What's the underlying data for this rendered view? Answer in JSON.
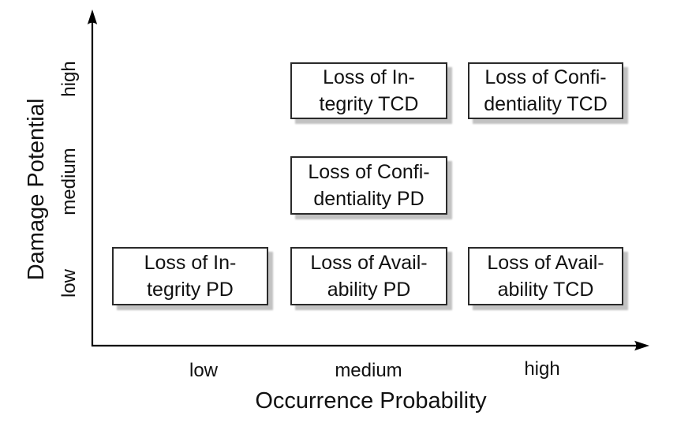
{
  "figure": {
    "background": "#ffffff",
    "axis_color": "#000000",
    "text_color": "#111111",
    "box_fill": "#ffffff",
    "box_border": "#2a2a2a",
    "box_shadow": "#c2c2c2"
  },
  "x_axis": {
    "label": "Occurrence Probability",
    "ticks": [
      "low",
      "medium",
      "high"
    ]
  },
  "y_axis": {
    "label": "Damage Potential",
    "ticks_top_to_bottom": [
      "high",
      "medium",
      "low"
    ]
  },
  "boxes": [
    {
      "name": "loss-of-integrity-tcd",
      "line1": "Loss of In-",
      "line2": "tegrity TCD",
      "x": "medium",
      "y": "high"
    },
    {
      "name": "loss-of-confidentiality-tcd",
      "line1": "Loss of Confi-",
      "line2": "dentiality TCD",
      "x": "high",
      "y": "high"
    },
    {
      "name": "loss-of-confidentiality-pd",
      "line1": "Loss of Confi-",
      "line2": "dentiality PD",
      "x": "medium",
      "y": "medium"
    },
    {
      "name": "loss-of-integrity-pd",
      "line1": "Loss of In-",
      "line2": "tegrity PD",
      "x": "low",
      "y": "low"
    },
    {
      "name": "loss-of-availability-pd",
      "line1": "Loss of Avail-",
      "line2": "ability PD",
      "x": "medium",
      "y": "low"
    },
    {
      "name": "loss-of-availability-tcd",
      "line1": "Loss of Avail-",
      "line2": "ability TCD",
      "x": "high",
      "y": "low"
    }
  ],
  "chart_data": {
    "type": "scatter",
    "title": "",
    "xlabel": "Occurrence Probability",
    "ylabel": "Damage Potential",
    "x_categories": [
      "low",
      "medium",
      "high"
    ],
    "y_categories": [
      "low",
      "medium",
      "high"
    ],
    "grid": false,
    "legend": false,
    "points": [
      {
        "x": "medium",
        "y": "high",
        "label": "Loss of Integrity TCD"
      },
      {
        "x": "high",
        "y": "high",
        "label": "Loss of Confidentiality TCD"
      },
      {
        "x": "medium",
        "y": "medium",
        "label": "Loss of Confidentiality PD"
      },
      {
        "x": "low",
        "y": "low",
        "label": "Loss of Integrity PD"
      },
      {
        "x": "medium",
        "y": "low",
        "label": "Loss of Availability PD"
      },
      {
        "x": "high",
        "y": "low",
        "label": "Loss of Availability TCD"
      }
    ]
  }
}
